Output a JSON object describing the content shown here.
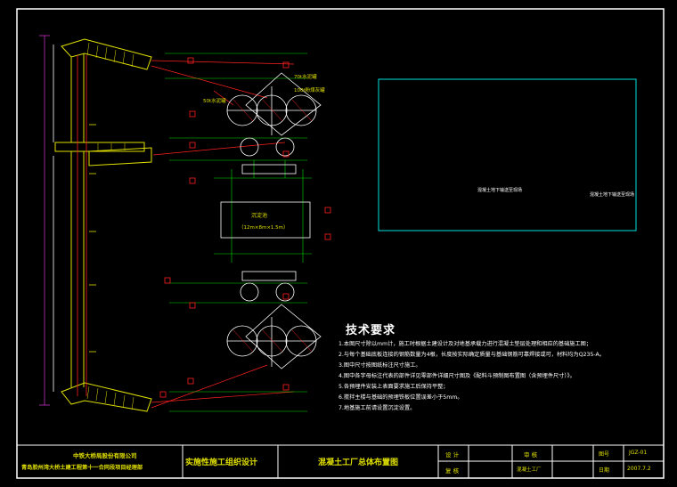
{
  "drawing": {
    "labels": {
      "silo_cement_1": "70t水泥罐",
      "silo_cement_2": "100t粉煤灰罐",
      "silo_left": "50t水泥罐",
      "center_box_title": "沉淀池",
      "center_box_dim": "（12m×8m×1.5m）",
      "cyan_left": "混凝土地下输送至现场",
      "cyan_right": "混凝土地下输送至现场"
    }
  },
  "notes": {
    "title": "技术要求",
    "items": [
      "1.本图尺寸除以mm计，施工时根据土建设计及对地基承载力进行混凝土垫层处理和相应的基础施工图；",
      "2.与每个基础底板连接的钢筋数量为4根，长度按实际确定质量与基础钢筋可靠焊接或可，材料均为Q235-A。",
      "3.图中尺寸按图纸标注尺寸施工。",
      "4.图中各字母标注代表的部件详见零部件详细尺寸图及《配料斗预制图布置图（含预埋件尺寸）》。",
      "5.各预埋件安装上表面要求施工后保持平整；",
      "6.搅拌主楼与基础的预埋铁板位置误差小于5mm。",
      "7.地基施工前请设置沉淀设置。"
    ]
  },
  "title_block": {
    "company_1": "中铁大桥局股份有限公司",
    "company_2": "青岛胶州湾大桥土建工程第十一合同段项目经理部",
    "section": "实施性施工组织设计",
    "drawing_title": "混凝土工厂总体布置图",
    "cell_design": "设 计",
    "cell_review": "复 核",
    "cell_check": "审 核",
    "cell_name": "混凝土工厂",
    "cell_no_label": "图号",
    "cell_no_value": "JGZ-01",
    "cell_date_label": "日期",
    "cell_date_value": "2007.7.2"
  },
  "colors": {
    "frame": "#ffffff",
    "line_red": "#ff2020",
    "line_green": "#00e000",
    "line_yellow": "#e0e000",
    "line_cyan": "#00e0e0",
    "line_magenta": "#ff40ff"
  }
}
